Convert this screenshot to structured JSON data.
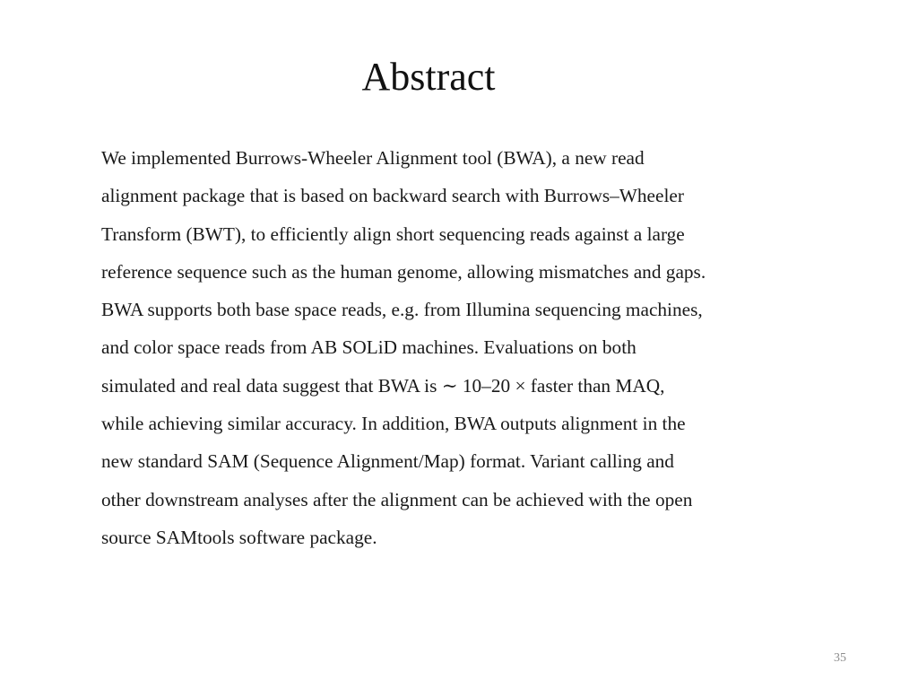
{
  "slide": {
    "title": "Abstract",
    "abstract_lines": [
      "We implemented Burrows-Wheeler Alignment tool (BWA), a new read",
      "alignment package that is based on backward search with Burrows–Wheeler",
      "Transform (BWT), to efficiently align short sequencing reads against a large",
      "reference sequence such as the human genome, allowing mismatches and gaps.",
      "BWA supports both base space reads, e.g. from Illumina sequencing machines,",
      "and color space reads from AB SOLiD machines. Evaluations on both",
      "simulated and real data suggest that BWA is ∼ 10–20 × faster than MAQ,",
      "while achieving similar accuracy. In addition, BWA outputs alignment in the",
      "new standard SAM (Sequence Alignment/Map) format. Variant calling and",
      "other downstream analyses after the alignment can be achieved with the open",
      "source SAMtools software package."
    ],
    "page_number": "35"
  }
}
